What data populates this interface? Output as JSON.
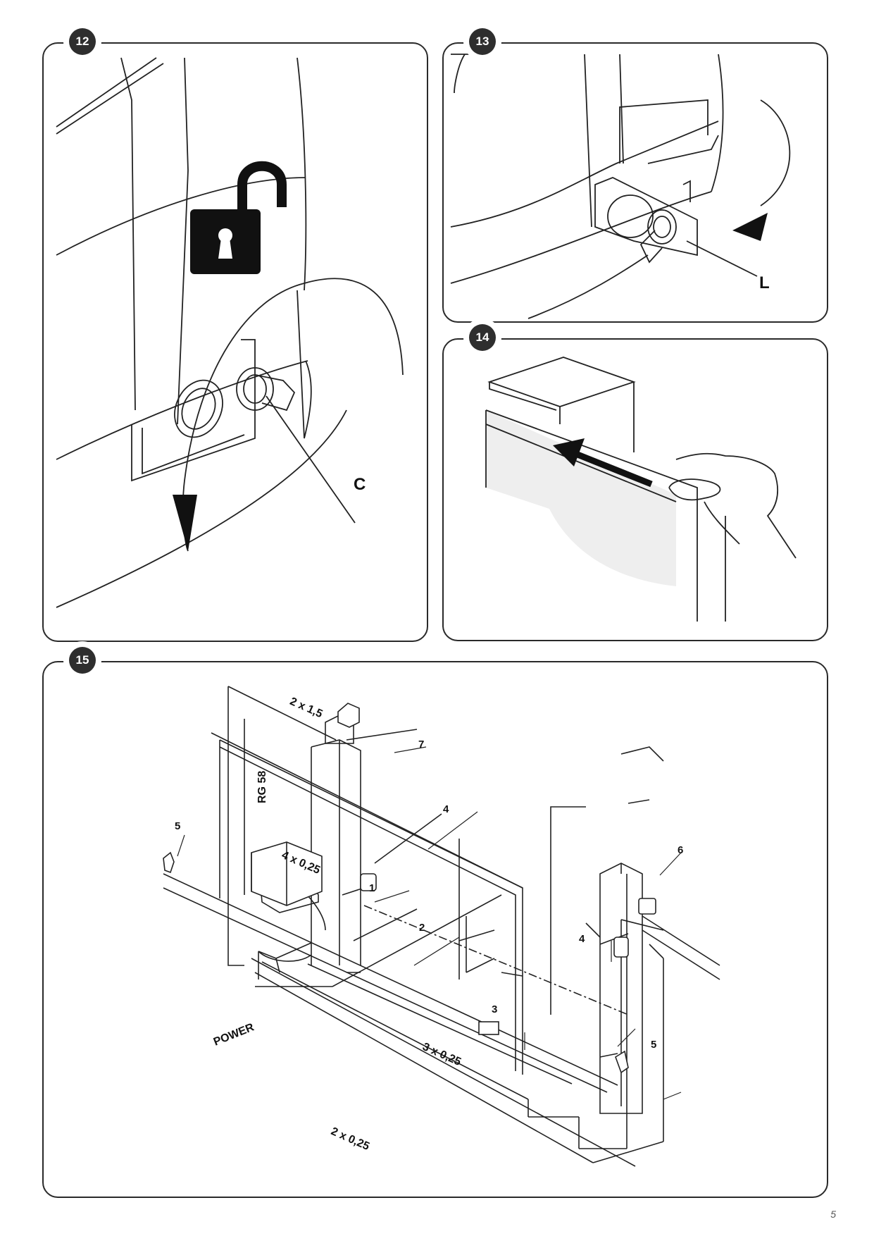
{
  "figures": {
    "fig12": {
      "number": "12",
      "label": "C"
    },
    "fig13": {
      "number": "13",
      "label": "L"
    },
    "fig14": {
      "number": "14"
    },
    "fig15": {
      "number": "15",
      "cables": {
        "c1": "2 x 1,5",
        "c2": "RG 58",
        "c3": "4 x 0,25",
        "c4": "2 x 0,25",
        "c5": "3 x 0,25",
        "c6": "POWER"
      },
      "callouts": {
        "n1": "1",
        "n2": "2",
        "n3": "3",
        "n4a": "4",
        "n4b": "4",
        "n5a": "5",
        "n5b": "5",
        "n6": "6",
        "n7": "7"
      }
    }
  },
  "icons": {
    "fig12_symbol": "unlocked-padlock-icon"
  },
  "page_number": "5"
}
